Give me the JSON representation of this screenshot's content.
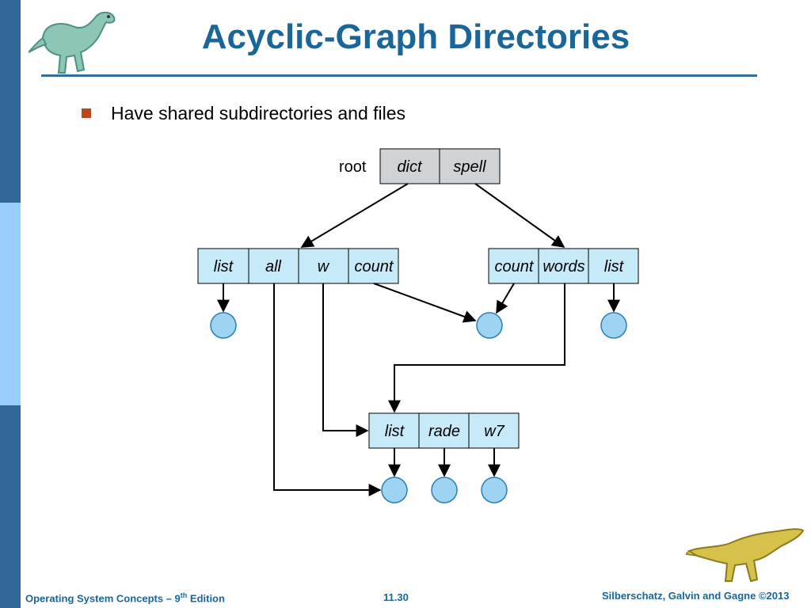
{
  "slide": {
    "title": "Acyclic-Graph Directories",
    "bullet": "Have shared subdirectories and files"
  },
  "diagram": {
    "root_label": "root",
    "root_dir": [
      "dict",
      "spell"
    ],
    "dict_dir": [
      "list",
      "all",
      "w",
      "count"
    ],
    "spell_dir": [
      "count",
      "words",
      "list"
    ],
    "shared_dir": [
      "list",
      "rade",
      "w7"
    ]
  },
  "footer": {
    "book": "Operating System Concepts – 9",
    "book_sup": "th",
    "book_suffix": " Edition",
    "page": "11.30",
    "authors": "Silberschatz, Galvin and Gagne ©2013"
  },
  "colors": {
    "sidebar": "#336699",
    "sidebar_light": "#99ccff",
    "title": "#1a6699",
    "bullet": "#b8471f",
    "root_cells": "#d0d3d6",
    "dir_cells": "#c6eaf8",
    "file_nodes": "#9fd3f2"
  }
}
